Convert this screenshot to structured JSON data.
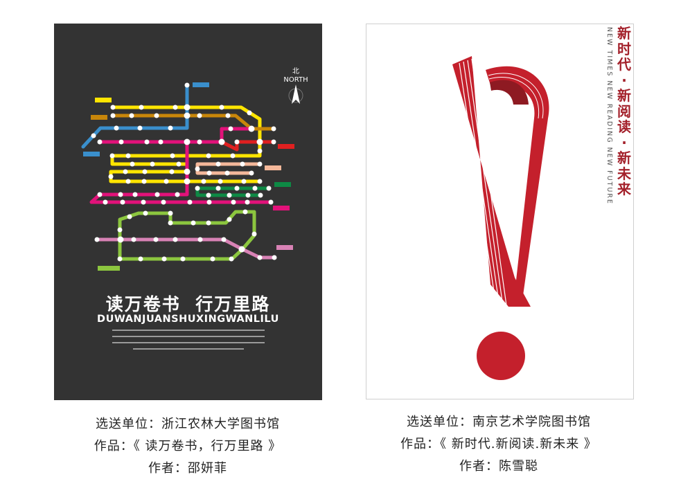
{
  "left_poster": {
    "north_cn": "北",
    "north_en": "NORTH",
    "headline": "读万卷书  行万里路",
    "pinyin": "DUWANJUANSHUXINGWANLILU",
    "colors": {
      "background": "#333333",
      "yellow": "#ffe500",
      "brown": "#c8860a",
      "blue": "#3a8fcc",
      "magenta": "#e2127a",
      "red": "#e02020",
      "peach": "#f4b89a",
      "green": "#0e8a45",
      "lime": "#8cc63f",
      "pink": "#d882b5"
    }
  },
  "right_poster": {
    "title_cn": "新时代·新阅读·新未来",
    "title_en": "NEW TIMES NEW READING NEW FUTURE",
    "colors": {
      "red": "#c4202c",
      "dark_red": "#8e1a22"
    }
  },
  "captions": [
    {
      "unit": "选送单位：浙江农林大学图书馆",
      "work": "作品：《 读万卷书，行万里路 》",
      "author": "作者：邵妍菲"
    },
    {
      "unit": "选送单位：南京艺术学院图书馆",
      "work": "作品：《 新时代.新阅读.新未来 》",
      "author": "作者：陈雪聪"
    }
  ]
}
